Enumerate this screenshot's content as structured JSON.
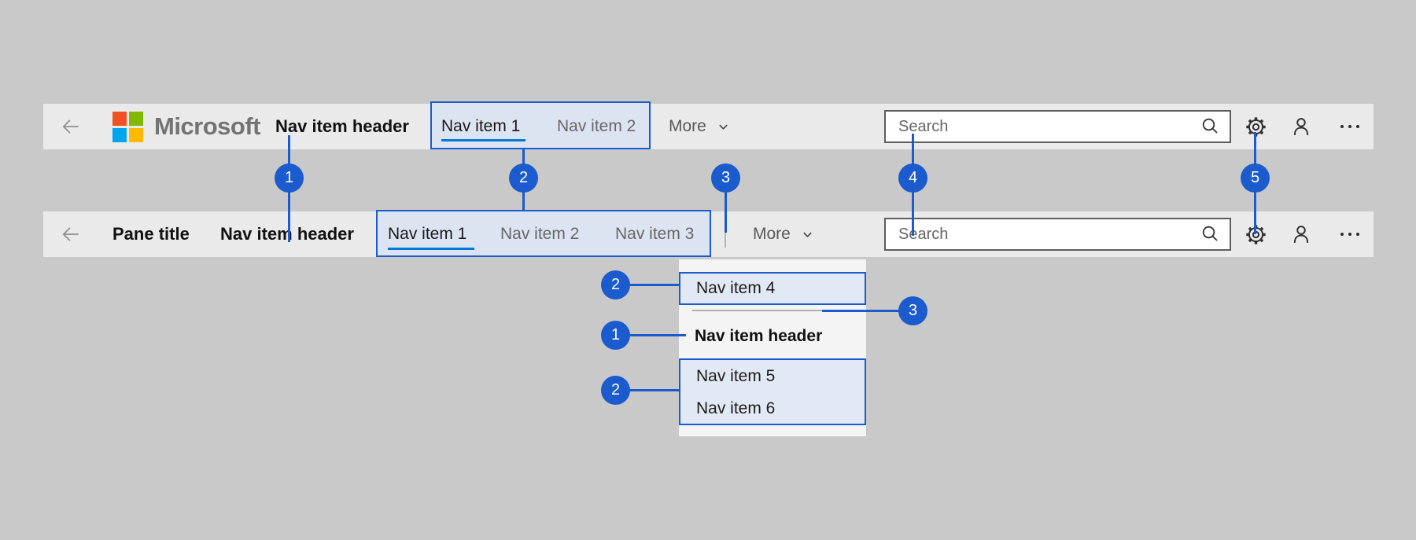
{
  "colors": {
    "annotation_blue": "#1b5bce",
    "accent_underline": "#0078d4",
    "bar_background": "#eaeaea",
    "page_background": "#c9c9c9",
    "callout_fill": "#dde4f1",
    "menu_highlight_fill": "#e2e8f4",
    "logo_red": "#f25022",
    "logo_green": "#7fba00",
    "logo_blue": "#00a4ef",
    "logo_yellow": "#ffb900"
  },
  "top_bar": {
    "logo_text": "Microsoft",
    "nav_header": "Nav item header",
    "nav_items": [
      {
        "label": "Nav item 1",
        "active": true
      },
      {
        "label": "Nav item 2",
        "active": false
      }
    ],
    "more_label": "More",
    "search_placeholder": "Search"
  },
  "pane_bar": {
    "pane_title": "Pane title",
    "nav_header": "Nav item header",
    "nav_items": [
      {
        "label": "Nav item 1",
        "active": true
      },
      {
        "label": "Nav item 2",
        "active": false
      },
      {
        "label": "Nav item 3",
        "active": false
      }
    ],
    "more_label": "More",
    "search_placeholder": "Search"
  },
  "overflow_menu": {
    "item4": "Nav item 4",
    "header": "Nav item header",
    "item5": "Nav item 5",
    "item6": "Nav item 6"
  },
  "annotations": {
    "row": [
      "1",
      "2",
      "3",
      "4",
      "5"
    ],
    "menu_left": [
      "2",
      "1",
      "2"
    ],
    "menu_right": [
      "3"
    ]
  },
  "icons": [
    "arrow-left-icon",
    "microsoft-logo",
    "chevron-down-icon",
    "search-icon",
    "gear-icon",
    "person-icon",
    "ellipsis-icon"
  ]
}
